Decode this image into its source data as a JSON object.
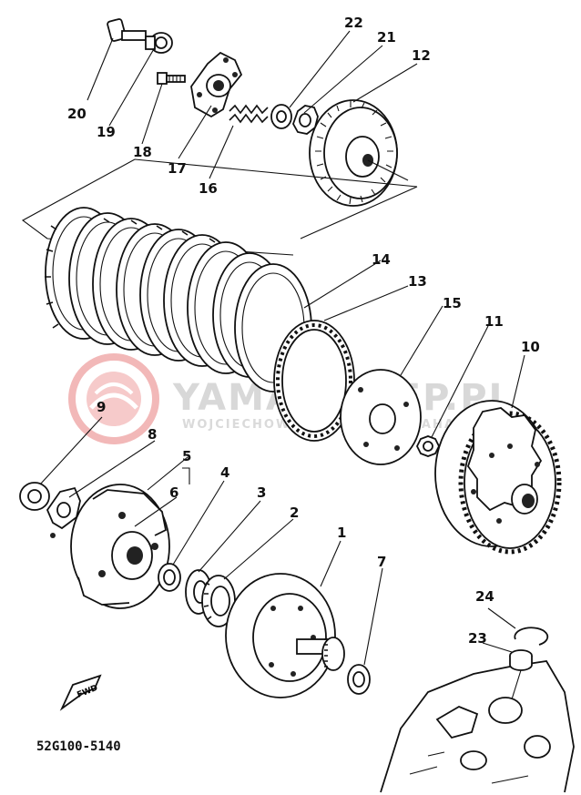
{
  "diagram": {
    "part_code": "52G100-5140",
    "fwd_label": "FWD",
    "watermark": {
      "main": "YAMA-SKLEP.PL",
      "sub": "WOJCIECHOWICZ CZESCI YAMAHA",
      "accent": "#e04848"
    },
    "callouts": [
      "1",
      "2",
      "3",
      "4",
      "5",
      "6",
      "7",
      "8",
      "9",
      "10",
      "11",
      "12",
      "13",
      "14",
      "15",
      "16",
      "17",
      "18",
      "19",
      "20",
      "21",
      "22",
      "23",
      "24"
    ]
  }
}
